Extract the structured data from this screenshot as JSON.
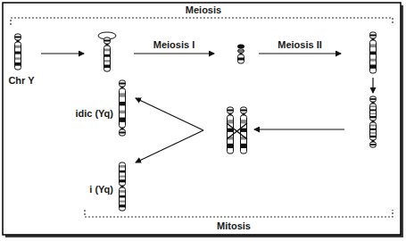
{
  "diagram": {
    "labels": [
      "Meiosis",
      "Chr Y",
      "Meiosis I",
      "Meiosis II",
      "idic (Yq)",
      "i (Yq)",
      "Mitosis"
    ]
  }
}
